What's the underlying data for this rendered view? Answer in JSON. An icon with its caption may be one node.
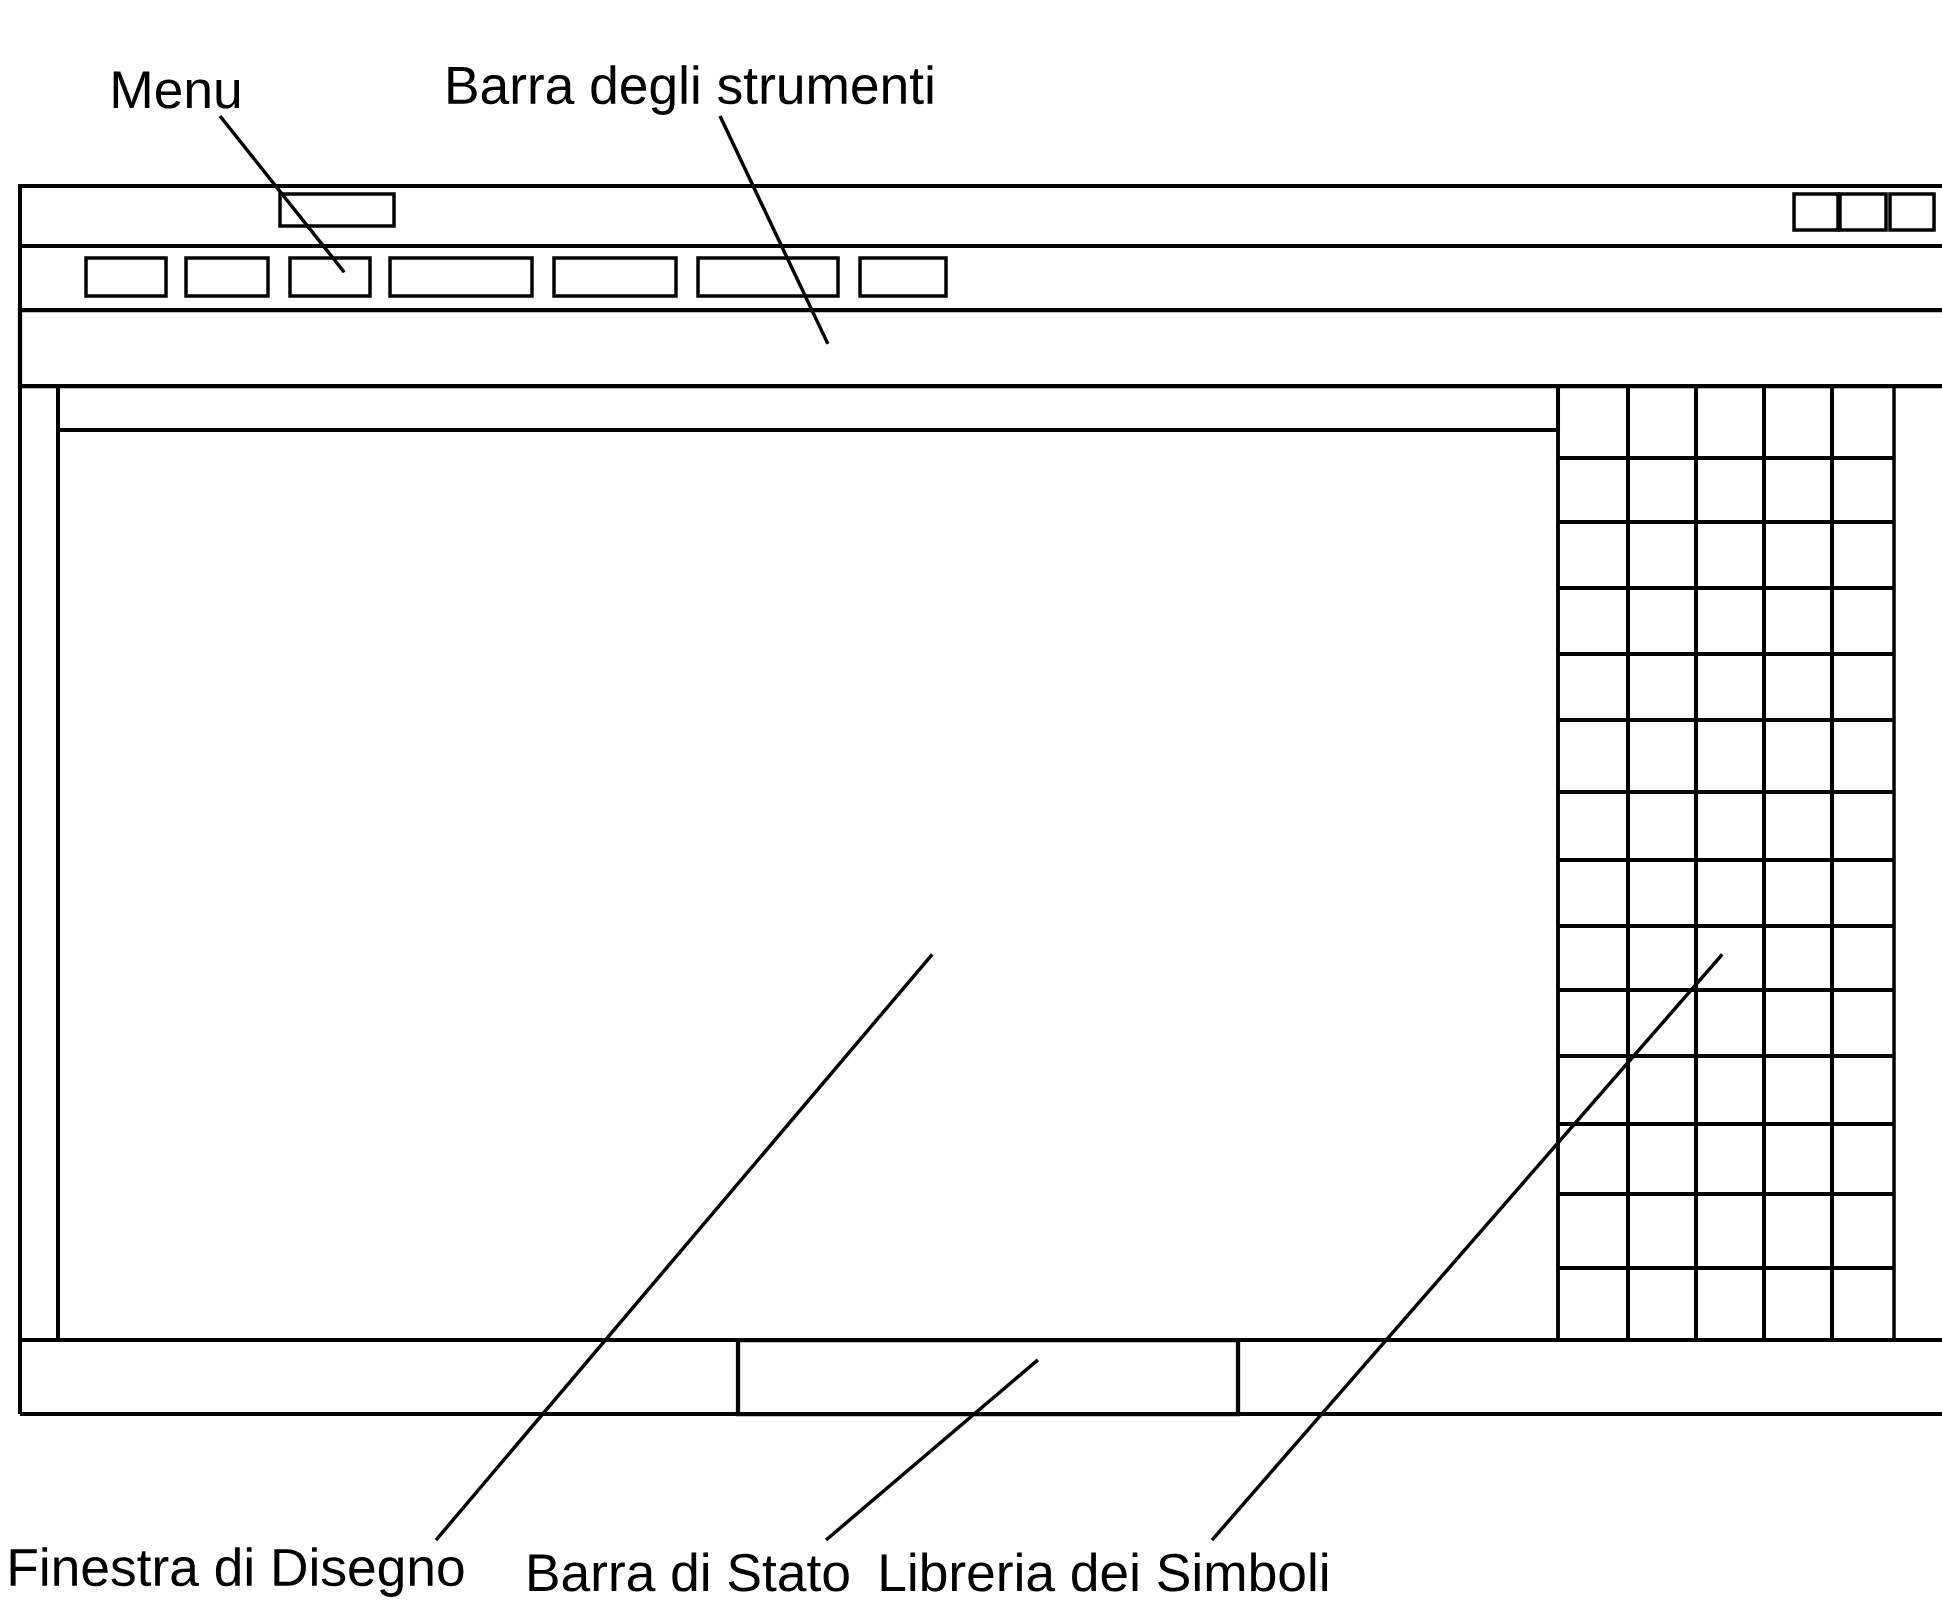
{
  "diagram": {
    "nodes": [
      {
        "text": [
          "Menu"
        ]
      },
      {
        "text": [
          "Barra degli strumenti"
        ]
      },
      {
        "text": [],
        "shape": "box"
      },
      {
        "text": [],
        "shape": "box"
      },
      {
        "text": [],
        "shape": "box"
      },
      {
        "text": [],
        "shape": "box"
      },
      {
        "text": [],
        "shape": "box"
      },
      {
        "text": [],
        "shape": "box"
      },
      {
        "text": [],
        "shape": "box"
      },
      {
        "text": [],
        "shape": "box"
      },
      {
        "text": [],
        "shape": "box"
      },
      {
        "text": [],
        "shape": "box"
      },
      {
        "text": [],
        "shape": "box"
      },
      {
        "text": [],
        "shape": "bar"
      },
      {
        "text": [],
        "shape": "box"
      },
      {
        "text": [],
        "shape": "bar"
      },
      {
        "text": [],
        "shape": "box"
      },
      {
        "text": [
          "Finestra di Disegno"
        ]
      },
      {
        "text": [
          "Barra di Stato"
        ]
      },
      {
        "text": [
          "Libreria dei Simboli"
        ]
      }
    ],
    "edges": [
      {
        "from": 0,
        "to": 8,
        "arrow": "none"
      },
      {
        "from": 1,
        "to": 13,
        "arrow": "none"
      },
      {
        "from": 17,
        "to": 14,
        "arrow": "none"
      },
      {
        "from": 18,
        "to": 15,
        "arrow": "none"
      },
      {
        "from": 19,
        "to": 16,
        "arrow": "none"
      }
    ]
  }
}
